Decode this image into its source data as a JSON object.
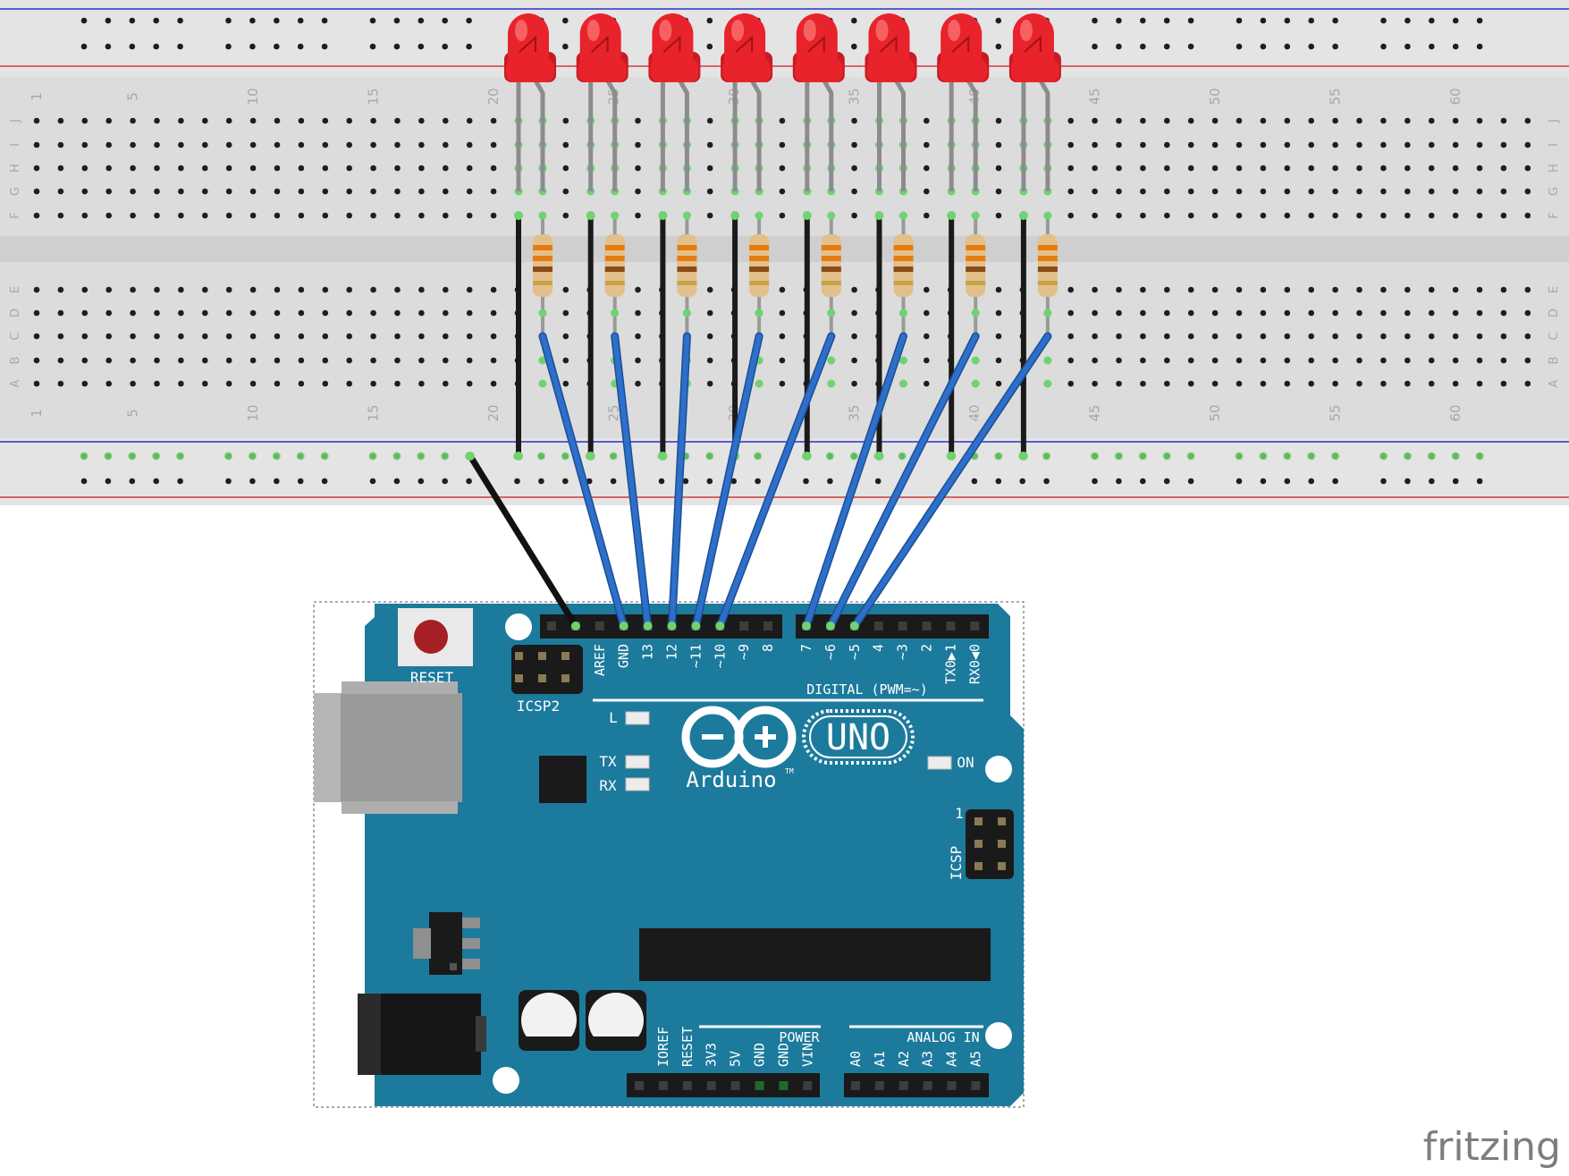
{
  "breadboard": {
    "top_columns": [
      "1",
      "5",
      "10",
      "15",
      "20",
      "25",
      "30",
      "35",
      "40",
      "45",
      "50",
      "55",
      "60"
    ],
    "bottom_columns": [
      "1",
      "5",
      "10",
      "15",
      "20",
      "25",
      "30",
      "35",
      "40",
      "45",
      "50",
      "55",
      "60"
    ],
    "rows_upper": [
      "J",
      "I",
      "H",
      "G",
      "F"
    ],
    "rows_lower": [
      "E",
      "D",
      "C",
      "B",
      "A"
    ]
  },
  "components": {
    "led_color": "#e8232b",
    "led_count": 8,
    "resistor_count": 8
  },
  "wire_colors": {
    "signal": "#2d6fc9",
    "ground": "#1a1a1a"
  },
  "arduino": {
    "board_color": "#1c7a9c",
    "reset_label": "RESET",
    "icsp2_label": "ICSP2",
    "icsp_label": "ICSP",
    "icsp_pin1": "1",
    "digital_label": "DIGITAL (PWM=~)",
    "digital_pins": [
      "AREF",
      "GND",
      "13",
      "12",
      "~11",
      "~10",
      "~9",
      "8",
      "7",
      "~6",
      "~5",
      "4",
      "~3",
      "2",
      "TX0▶1",
      "RX0◀0"
    ],
    "led_labels": {
      "l": "L",
      "tx": "TX",
      "rx": "RX",
      "on": "ON"
    },
    "logo_text": "Arduino",
    "trademark": "TM",
    "model": "UNO",
    "power_label": "POWER",
    "power_pins": [
      "IOREF",
      "RESET",
      "3V3",
      "5V",
      "GND",
      "GND",
      "VIN"
    ],
    "analog_label": "ANALOG IN",
    "analog_pins": [
      "A0",
      "A1",
      "A2",
      "A3",
      "A4",
      "A5"
    ]
  },
  "brand": "fritzing"
}
